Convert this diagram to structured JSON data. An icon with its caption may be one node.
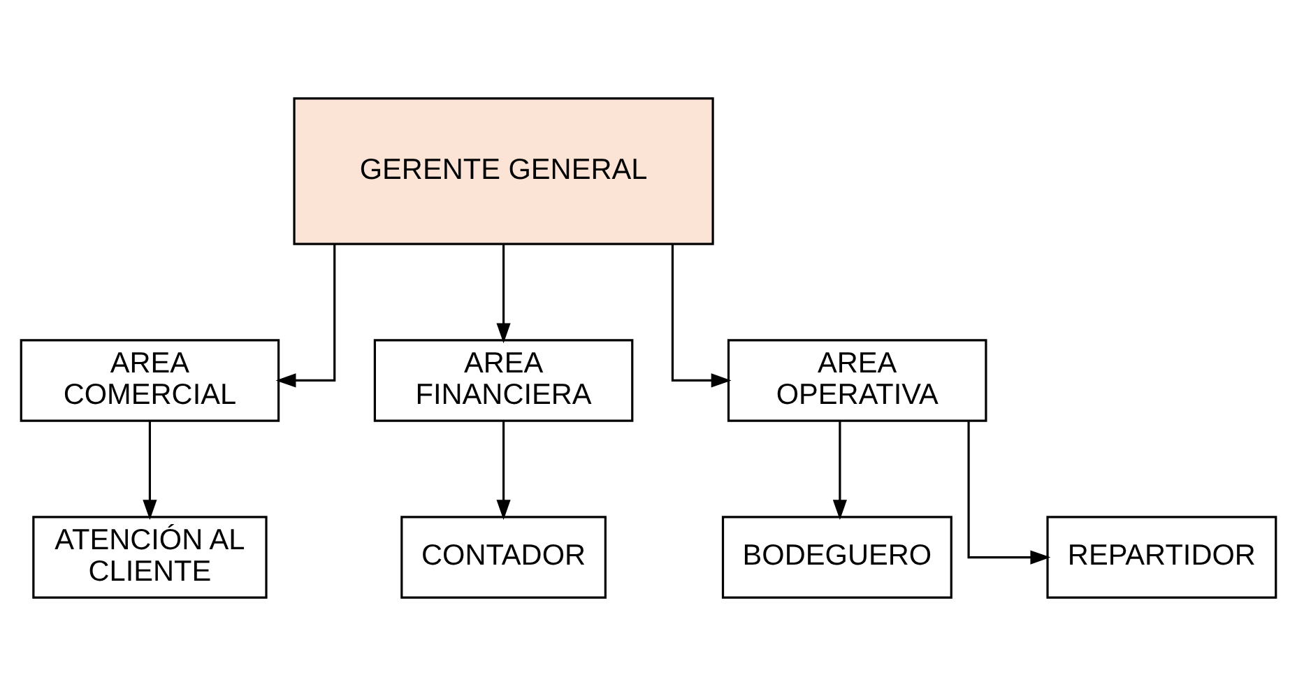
{
  "diagram": {
    "nodes": [
      {
        "text": [
          "GERENTE GENERAL"
        ]
      },
      {
        "text": [
          "AREA COMERCIAL"
        ]
      },
      {
        "text": [
          "AREA FINANCIERA"
        ]
      },
      {
        "text": [
          "AREA OPERATIVA"
        ]
      },
      {
        "text": [
          "ATENCIÓN AL CLIENTE"
        ]
      },
      {
        "text": [
          "CONTADOR"
        ]
      },
      {
        "text": [
          "BODEGUERO"
        ]
      },
      {
        "text": [
          "REPARTIDOR"
        ]
      }
    ],
    "edges": [
      {
        "from": 0,
        "to": 1,
        "arrow": "to"
      },
      {
        "from": 0,
        "to": 2,
        "arrow": "to"
      },
      {
        "from": 0,
        "to": 3,
        "arrow": "to"
      },
      {
        "from": 1,
        "to": 4,
        "arrow": "to"
      },
      {
        "from": 2,
        "to": 5,
        "arrow": "to"
      },
      {
        "from": 3,
        "to": 6,
        "arrow": "to"
      },
      {
        "from": 3,
        "to": 7,
        "arrow": "to"
      }
    ]
  }
}
